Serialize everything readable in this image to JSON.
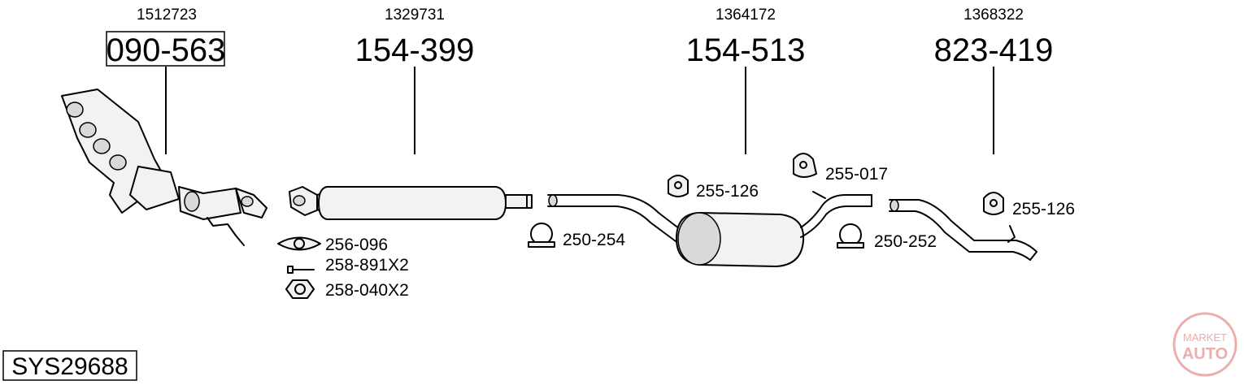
{
  "main_parts": [
    {
      "oe": "1512723",
      "code": "090-563",
      "boxed": true
    },
    {
      "oe": "1329731",
      "code": "154-399",
      "boxed": false
    },
    {
      "oe": "1364172",
      "code": "154-513",
      "boxed": false
    },
    {
      "oe": "1368322",
      "code": "823-419",
      "boxed": false
    }
  ],
  "accessories": [
    {
      "code": "256-096",
      "icon": "gasket-icon"
    },
    {
      "code": "258-891X2",
      "icon": "bolt-icon"
    },
    {
      "code": "258-040X2",
      "icon": "nut-icon"
    },
    {
      "code": "250-254",
      "icon": "clamp-icon"
    },
    {
      "code": "255-126",
      "icon": "rubber-hanger-icon"
    },
    {
      "code": "255-017",
      "icon": "rubber-hanger-icon"
    },
    {
      "code": "250-252",
      "icon": "clamp-icon"
    },
    {
      "code": "255-126",
      "icon": "rubber-hanger-icon"
    }
  ],
  "system_code": "SYS29688",
  "watermark": {
    "line1": "MARKET",
    "line2": "AUTO",
    "color": "#e8a0a0"
  }
}
